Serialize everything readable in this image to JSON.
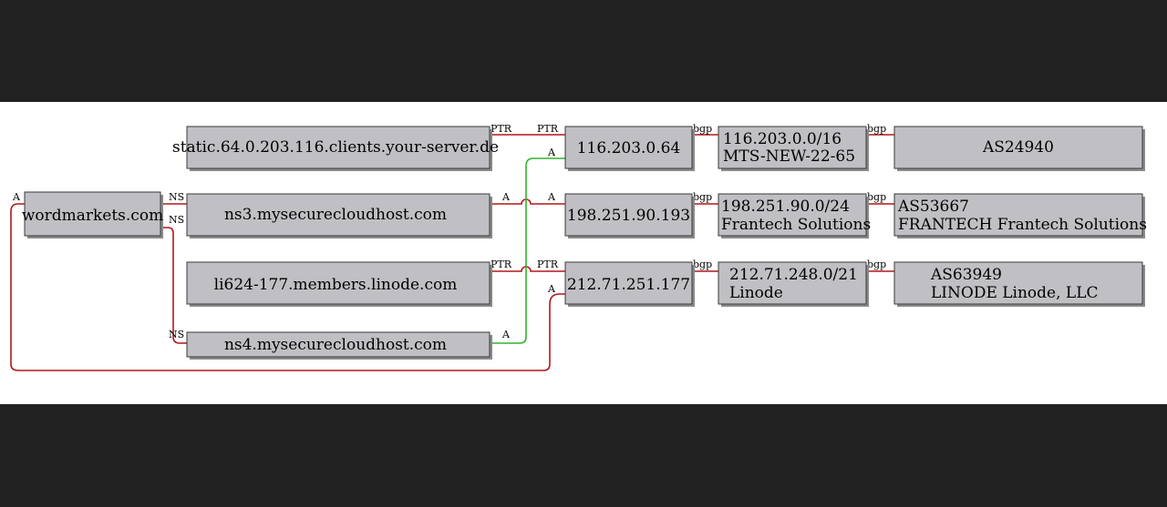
{
  "diagram": {
    "nodes": {
      "domain": "wordmarkets.com",
      "static_host": "static.64.0.203.116.clients.your-server.de",
      "ns3": "ns3.mysecurecloudhost.com",
      "li624": "li624-177.members.linode.com",
      "ns4": "ns4.mysecurecloudhost.com",
      "ip1": "116.203.0.64",
      "ip2": "198.251.90.193",
      "ip3": "212.71.251.177",
      "net1_line1": "116.203.0.0/16",
      "net1_line2": "MTS-NEW-22-65",
      "net2_line1": "198.251.90.0/24",
      "net2_line2": "Frantech Solutions",
      "net3_line1": "212.71.248.0/21",
      "net3_line2": "Linode",
      "as1": "AS24940",
      "as2_line1": "AS53667",
      "as2_line2": "FRANTECH Frantech Solutions",
      "as3_line1": "AS63949",
      "as3_line2": "LINODE Linode, LLC"
    },
    "edge_labels": {
      "a": "A",
      "ns": "NS",
      "ptr": "PTR",
      "bgp": "bgp"
    }
  }
}
